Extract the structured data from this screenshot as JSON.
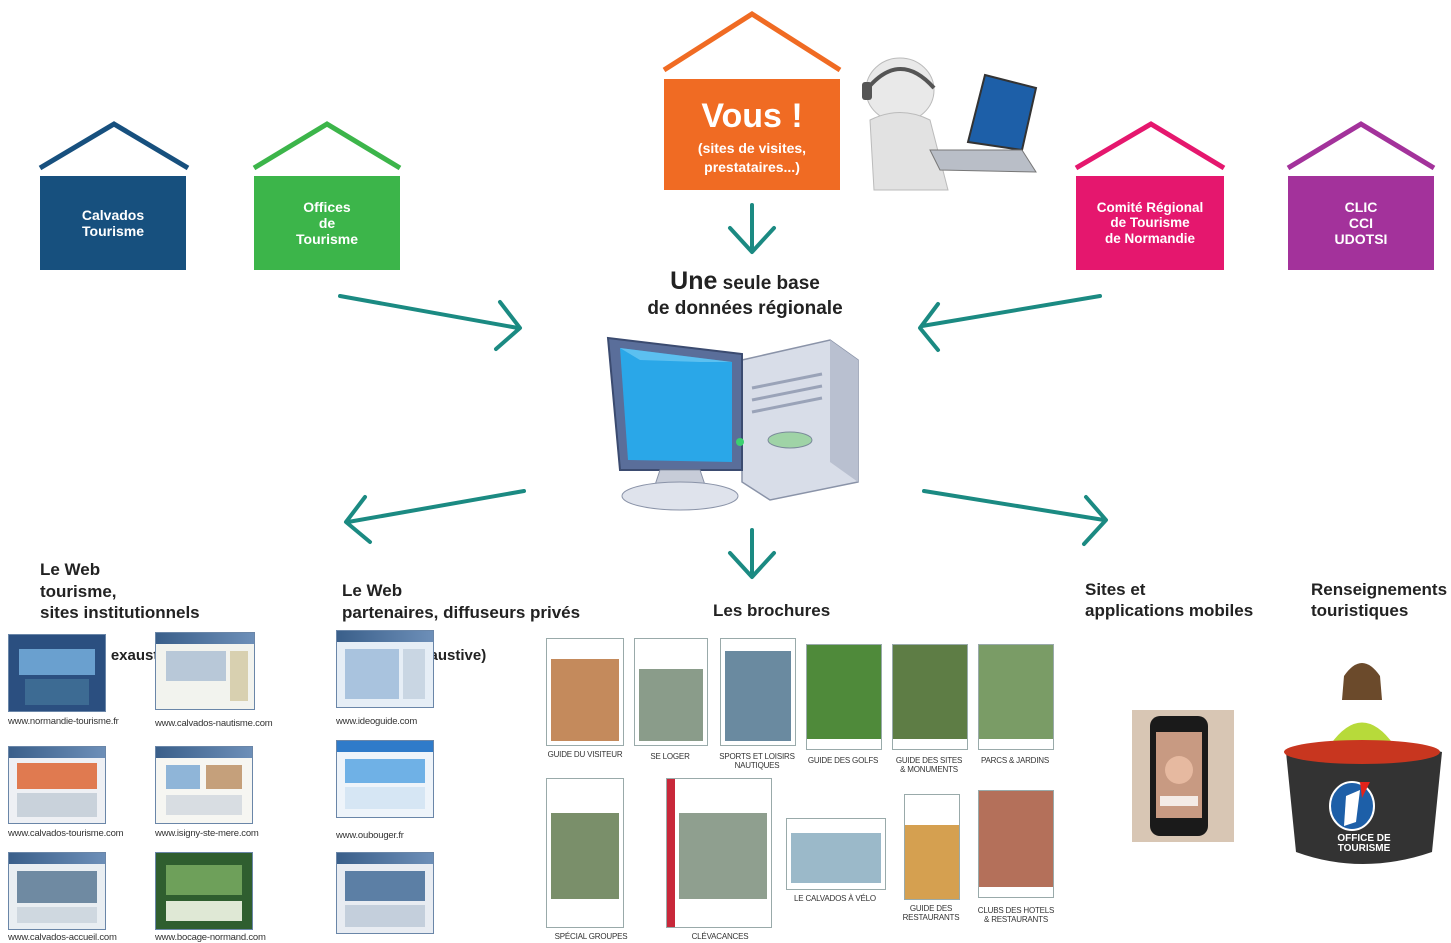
{
  "houses": {
    "calvados": {
      "label": "Calvados\nTourisme",
      "color": "#17507e",
      "roof": "#17507e"
    },
    "offices": {
      "label": "Offices\nde\nTourisme",
      "color": "#3cb54a",
      "roof": "#3cb54a"
    },
    "vous": {
      "title": "Vous !",
      "subtitle": "(sites de visites,\nprestataires...)",
      "color": "#f06b23",
      "roof": "#f06b23"
    },
    "comite": {
      "label": "Comité Régional\nde Tourisme\nde Normandie",
      "color": "#e5176e",
      "roof": "#e5176e"
    },
    "clic": {
      "label": "CLIC\nCCI\nUDOTSI",
      "color": "#a3329b",
      "roof": "#a3329b"
    }
  },
  "center": {
    "title_big": "Une",
    "title_rest": " seule base",
    "title_line2": "de données régionale"
  },
  "arrow_color": "#1b8a82",
  "sections": {
    "web_tourisme": {
      "title": "Le Web\ntourisme,\nsites institutionnels",
      "note": "(liste non exaustive)"
    },
    "web_partenaires": {
      "title": "Le Web\npartenaires, diffuseurs privés",
      "note": "(liste non exaustive)"
    },
    "brochures": {
      "title": "Les brochures"
    },
    "mobiles": {
      "title": "Sites et\napplications mobiles"
    },
    "renseignements": {
      "title": "Renseignements\ntouristiques"
    }
  },
  "websites_institutionnels": [
    "www.normandie-tourisme.fr",
    "www.calvados-nautisme.com",
    "www.calvados-tourisme.com",
    "www.isigny-ste-mere.com",
    "www.calvados-accueil.com",
    "www.bocage-normand.com"
  ],
  "websites_partenaires": [
    "www.ideoguide.com",
    "www.oubouger.fr"
  ],
  "brochures": [
    "GUIDE DU VISITEUR",
    "SE LOGER",
    "SPORTS ET LOISIRS\nNAUTIQUES",
    "GUIDE DES GOLFS",
    "GUIDE DES SITES\n& MONUMENTS",
    "PARCS & JARDINS",
    "SPÉCIAL GROUPES",
    "CLÉVACANCES",
    "LE CALVADOS À VÉLO",
    "GUIDE DES\nRESTAURANTS",
    "CLUBS DES HOTELS\n& RESTAURANTS"
  ],
  "office_de_tourisme_text": "OFFICE DE\nTOURISME"
}
